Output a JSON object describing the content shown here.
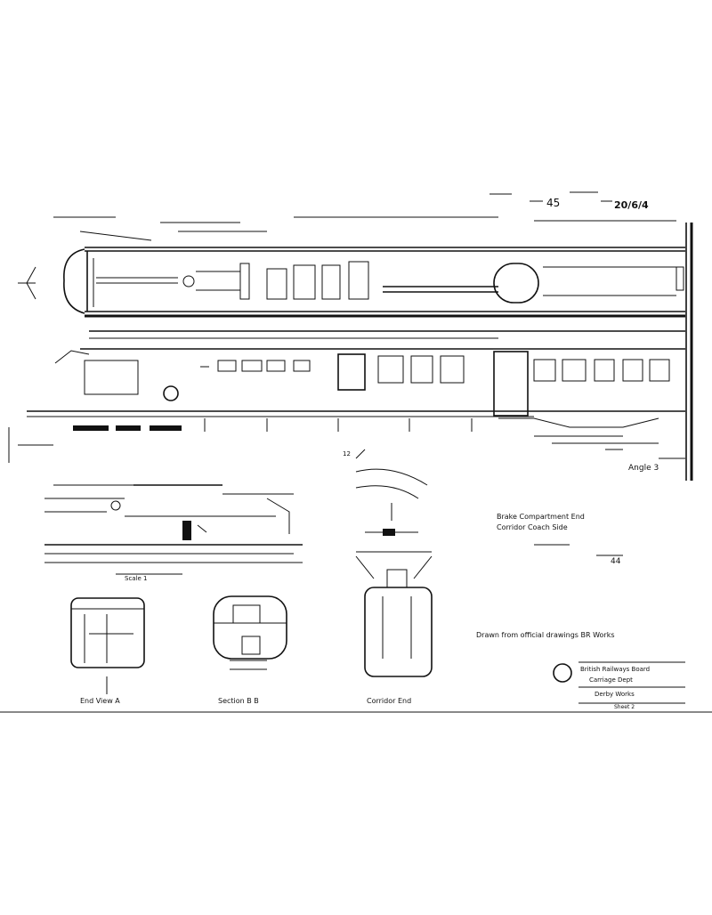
{
  "labels": {
    "drawing_number": "45",
    "sheet_code": "20/6/4",
    "scale_note": "Scale 1",
    "title_line_1": "Brake Compartment End",
    "title_line_2": "Corridor Coach Side",
    "title_ref": "44",
    "note_line": "Drawn from official drawings BR Works",
    "view_label_1": "End View A",
    "view_label_2": "Section B B",
    "view_label_3": "Corridor End",
    "tb_line_1": "British Railways Board",
    "tb_line_2": "Carriage Dept",
    "tb_line_3": "Derby Works",
    "right_tag": "Angle 3",
    "margin_mark": "12",
    "bottom_left_note": "Sheet 2"
  },
  "colors": {
    "ink": "#111111",
    "paper": "#ffffff"
  }
}
